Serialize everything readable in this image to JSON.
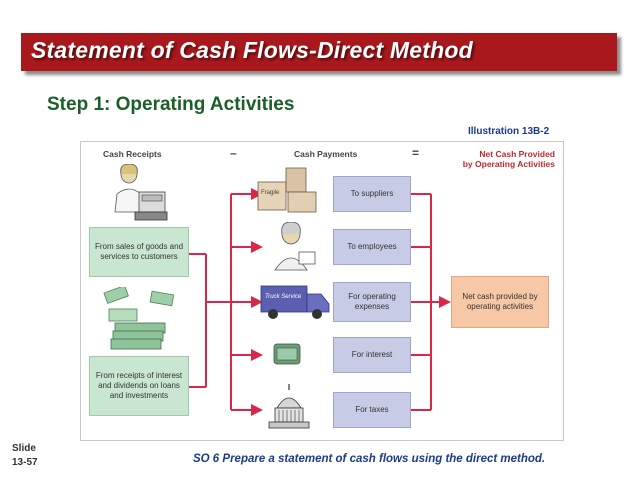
{
  "title": "Statement of Cash Flows-Direct Method",
  "step": "Step 1: Operating Activities",
  "illustration": "Illustration 13B-2",
  "diagram": {
    "headers": {
      "receipts": "Cash Receipts",
      "minus": "–",
      "payments": "Cash Payments",
      "equals": "=",
      "net_line1": "Net Cash Provided",
      "net_line2": "by Operating Activities"
    },
    "receipts": [
      "From sales of goods and services to customers",
      "From receipts of interest and dividends on loans and investments"
    ],
    "payments": [
      "To suppliers",
      "To employees",
      "For operating expenses",
      "For interest",
      "For taxes"
    ],
    "result": "Net cash provided by operating activities",
    "box_labels": [
      "Fragile"
    ],
    "truck_label": "Truck Service",
    "colors": {
      "arrow": "#d8284a",
      "receipt_box": "#c9e6d0",
      "payment_box": "#c7cbe5",
      "result_box": "#f7c8a6",
      "banner": "#a8181c"
    }
  },
  "slide": {
    "label": "Slide",
    "number": "13-57"
  },
  "footer": "SO 6  Prepare a statement of cash flows using the direct method."
}
